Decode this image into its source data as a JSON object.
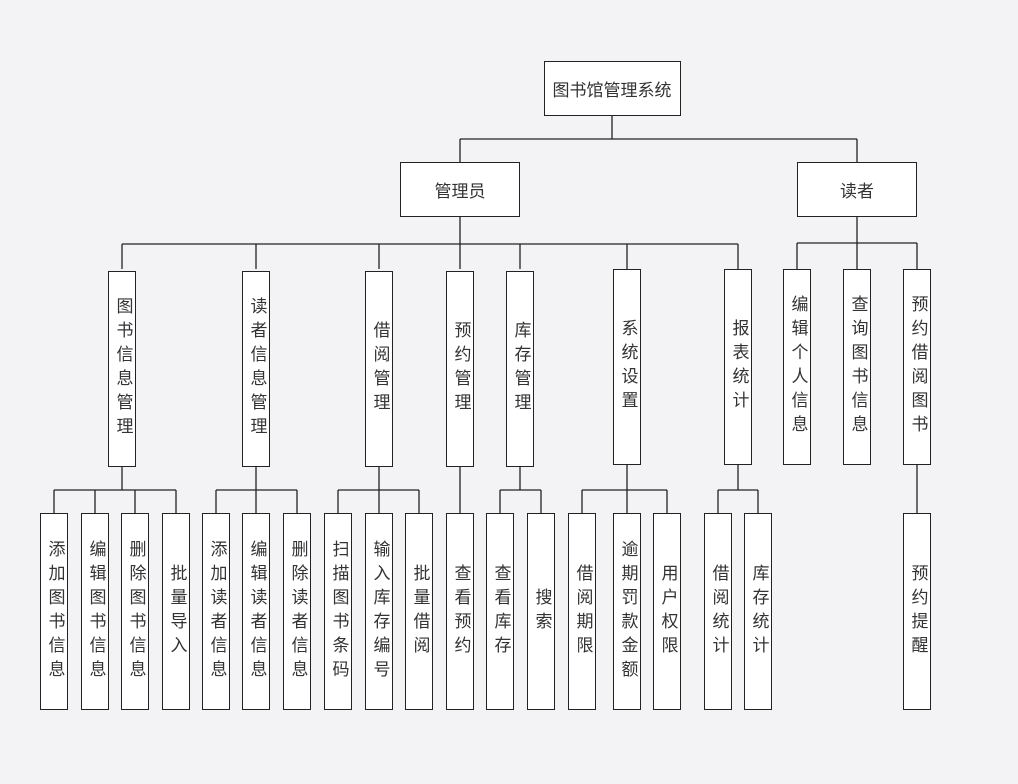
{
  "diagram": {
    "root": {
      "id": "root",
      "label": "图书馆管理系统"
    },
    "roles": [
      {
        "id": "admin",
        "label": "管理员"
      },
      {
        "id": "reader",
        "label": "读者"
      }
    ],
    "admin_modules": [
      {
        "id": "m1",
        "label": "图书信息管理",
        "children": [
          "添加图书信息",
          "编辑图书信息",
          "删除图书信息",
          "批量导入"
        ]
      },
      {
        "id": "m2",
        "label": "读者信息管理",
        "children": [
          "添加读者信息",
          "编辑读者信息",
          "删除读者信息"
        ]
      },
      {
        "id": "m3",
        "label": "借阅管理",
        "children": [
          "扫描图书条码",
          "输入库存编号",
          "批量借阅"
        ]
      },
      {
        "id": "m4",
        "label": "预约管理",
        "children": [
          "查看预约"
        ]
      },
      {
        "id": "m5",
        "label": "库存管理",
        "children": [
          "查看库存",
          "搜索"
        ]
      },
      {
        "id": "m6",
        "label": "系统设置",
        "children": [
          "借阅期限",
          "逾期罚款金额",
          "用户权限"
        ]
      },
      {
        "id": "m7",
        "label": "报表统计",
        "children": [
          "借阅统计",
          "库存统计"
        ]
      }
    ],
    "reader_modules": [
      {
        "id": "r1",
        "label": "编辑个人信息",
        "children": []
      },
      {
        "id": "r2",
        "label": "查询图书信息",
        "children": []
      },
      {
        "id": "r3",
        "label": "预约借阅图书",
        "children": [
          "预约提醒"
        ]
      }
    ],
    "colors": {
      "background": "#f3f3f5",
      "box": "#ffffff",
      "line": "#222222"
    }
  }
}
